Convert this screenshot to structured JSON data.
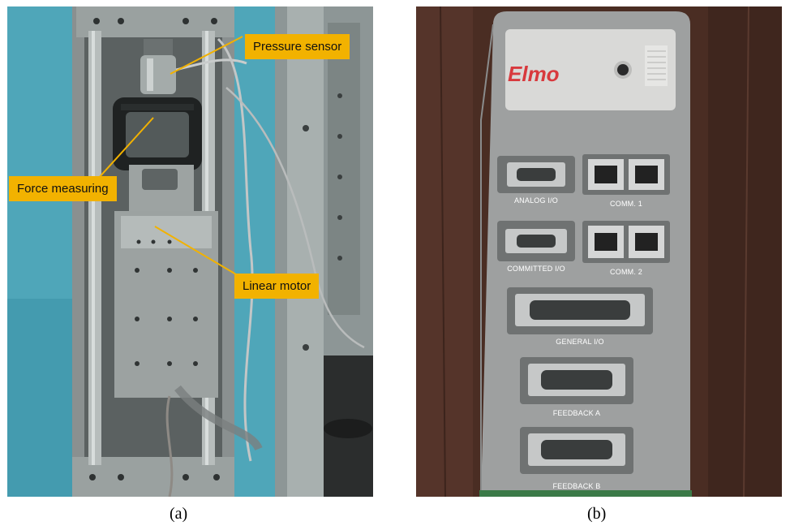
{
  "panel_a": {
    "callouts": {
      "pressure_sensor": "Pressure sensor",
      "force_measuring": "Force measuring",
      "linear_motor": "Linear motor"
    },
    "caption": "(a)"
  },
  "panel_b": {
    "brand": "Elmo",
    "ports": {
      "analog_io": "ANALOG I/O",
      "comm1": "COMM. 1",
      "committed_io": "COMMITTED I/O",
      "comm2": "COMM. 2",
      "general_io": "GENERAL I/O",
      "feedback_a": "FEEDBACK A",
      "feedback_b": "FEEDBACK B"
    },
    "caption": "(b)"
  },
  "colors": {
    "callout": "#f2b200",
    "bench_teal": "#4fa6b9",
    "wood": "#4a2d23",
    "drive_gray": "#9ea0a0",
    "logo_red": "#d8393d"
  }
}
